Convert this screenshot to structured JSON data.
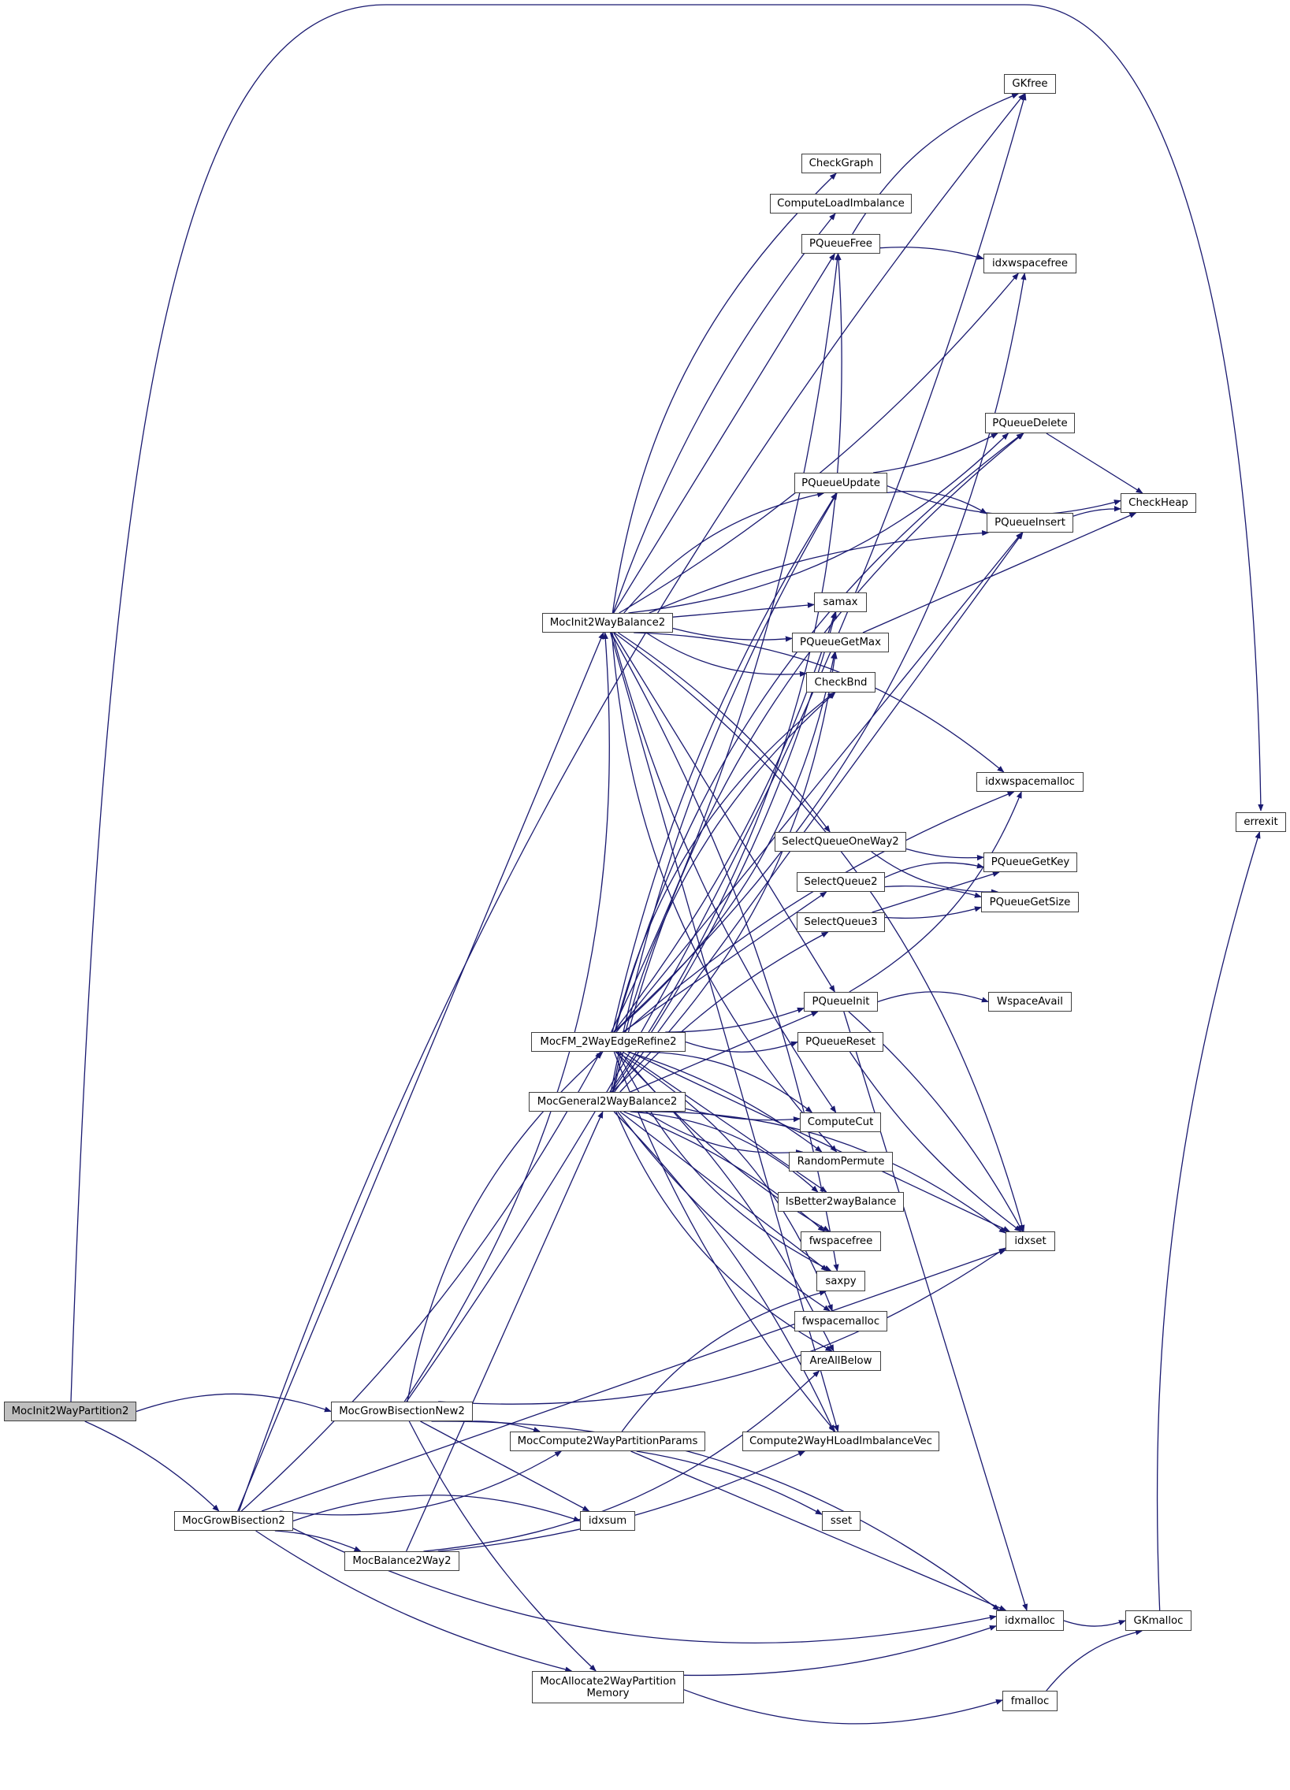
{
  "diagram": {
    "type": "call-graph",
    "edge_color": "#191970",
    "root_fill": "#bfbfbf",
    "node_border": "#404040",
    "nodes": {
      "MocInit2WayPartition2": "MocInit2WayPartition2",
      "MocGrowBisectionNew2": "MocGrowBisectionNew2",
      "MocGrowBisection2": "MocGrowBisection2",
      "MocInit2WayBalance2": "MocInit2WayBalance2",
      "MocFM_2WayEdgeRefine2": "MocFM_2WayEdgeRefine2",
      "MocGeneral2WayBalance2": "MocGeneral2WayBalance2",
      "MocCompute2WayPartitionParams": "MocCompute2WayPartitionParams",
      "MocBalance2Way2": "MocBalance2Way2",
      "MocAllocate2WayPartitionMemory": "MocAllocate2WayPartition\nMemory",
      "GKfree": "GKfree",
      "CheckGraph": "CheckGraph",
      "ComputeLoadImbalance": "ComputeLoadImbalance",
      "PQueueFree": "PQueueFree",
      "idxwspacefree": "idxwspacefree",
      "PQueueDelete": "PQueueDelete",
      "PQueueUpdate": "PQueueUpdate",
      "CheckHeap": "CheckHeap",
      "PQueueInsert": "PQueueInsert",
      "samax": "samax",
      "PQueueGetMax": "PQueueGetMax",
      "CheckBnd": "CheckBnd",
      "idxwspacemalloc": "idxwspacemalloc",
      "errexit": "errexit",
      "SelectQueueOneWay2": "SelectQueueOneWay2",
      "PQueueGetKey": "PQueueGetKey",
      "SelectQueue2": "SelectQueue2",
      "PQueueGetSize": "PQueueGetSize",
      "SelectQueue3": "SelectQueue3",
      "PQueueInit": "PQueueInit",
      "WspaceAvail": "WspaceAvail",
      "PQueueReset": "PQueueReset",
      "ComputeCut": "ComputeCut",
      "RandomPermute": "RandomPermute",
      "IsBetter2wayBalance": "IsBetter2wayBalance",
      "fwspacefree": "fwspacefree",
      "idxset": "idxset",
      "saxpy": "saxpy",
      "fwspacemalloc": "fwspacemalloc",
      "AreAllBelow": "AreAllBelow",
      "Compute2WayHLoadImbalanceVec": "Compute2WayHLoadImbalanceVec",
      "idxsum": "idxsum",
      "sset": "sset",
      "idxmalloc": "idxmalloc",
      "GKmalloc": "GKmalloc",
      "fmalloc": "fmalloc"
    },
    "root": "MocInit2WayPartition2",
    "edges": [
      [
        "MocInit2WayPartition2",
        "MocGrowBisectionNew2"
      ],
      [
        "MocInit2WayPartition2",
        "MocGrowBisection2"
      ],
      [
        "MocInit2WayPartition2",
        "errexit"
      ],
      [
        "MocGrowBisectionNew2",
        "GKfree"
      ],
      [
        "MocGrowBisectionNew2",
        "MocInit2WayBalance2"
      ],
      [
        "MocGrowBisectionNew2",
        "MocFM_2WayEdgeRefine2"
      ],
      [
        "MocGrowBisectionNew2",
        "MocCompute2WayPartitionParams"
      ],
      [
        "MocGrowBisectionNew2",
        "idxsum"
      ],
      [
        "MocGrowBisectionNew2",
        "MocAllocate2WayPartitionMemory"
      ],
      [
        "MocGrowBisectionNew2",
        "idxset"
      ],
      [
        "MocGrowBisectionNew2",
        "idxmalloc"
      ],
      [
        "MocGrowBisection2",
        "GKfree"
      ],
      [
        "MocGrowBisection2",
        "MocInit2WayBalance2"
      ],
      [
        "MocGrowBisection2",
        "MocFM_2WayEdgeRefine2"
      ],
      [
        "MocGrowBisection2",
        "MocCompute2WayPartitionParams"
      ],
      [
        "MocGrowBisection2",
        "idxsum"
      ],
      [
        "MocGrowBisection2",
        "MocBalance2Way2"
      ],
      [
        "MocGrowBisection2",
        "idxset"
      ],
      [
        "MocGrowBisection2",
        "MocAllocate2WayPartitionMemory"
      ],
      [
        "MocGrowBisection2",
        "idxmalloc"
      ],
      [
        "MocInit2WayBalance2",
        "CheckGraph"
      ],
      [
        "MocInit2WayBalance2",
        "ComputeLoadImbalance"
      ],
      [
        "MocInit2WayBalance2",
        "PQueueFree"
      ],
      [
        "MocInit2WayBalance2",
        "idxwspacefree"
      ],
      [
        "MocInit2WayBalance2",
        "PQueueDelete"
      ],
      [
        "MocInit2WayBalance2",
        "PQueueUpdate"
      ],
      [
        "MocInit2WayBalance2",
        "PQueueInsert"
      ],
      [
        "MocInit2WayBalance2",
        "samax"
      ],
      [
        "MocInit2WayBalance2",
        "PQueueGetMax"
      ],
      [
        "MocInit2WayBalance2",
        "CheckBnd"
      ],
      [
        "MocInit2WayBalance2",
        "idxwspacemalloc"
      ],
      [
        "MocInit2WayBalance2",
        "SelectQueueOneWay2"
      ],
      [
        "MocInit2WayBalance2",
        "PQueueInit"
      ],
      [
        "MocInit2WayBalance2",
        "ComputeCut"
      ],
      [
        "MocInit2WayBalance2",
        "RandomPermute"
      ],
      [
        "MocInit2WayBalance2",
        "idxset"
      ],
      [
        "MocInit2WayBalance2",
        "saxpy"
      ],
      [
        "MocInit2WayBalance2",
        "Compute2WayHLoadImbalanceVec"
      ],
      [
        "MocFM_2WayEdgeRefine2",
        "PQueueFree"
      ],
      [
        "MocFM_2WayEdgeRefine2",
        "idxwspacefree"
      ],
      [
        "MocFM_2WayEdgeRefine2",
        "PQueueDelete"
      ],
      [
        "MocFM_2WayEdgeRefine2",
        "PQueueUpdate"
      ],
      [
        "MocFM_2WayEdgeRefine2",
        "PQueueInsert"
      ],
      [
        "MocFM_2WayEdgeRefine2",
        "samax"
      ],
      [
        "MocFM_2WayEdgeRefine2",
        "PQueueGetMax"
      ],
      [
        "MocFM_2WayEdgeRefine2",
        "CheckBnd"
      ],
      [
        "MocFM_2WayEdgeRefine2",
        "idxwspacemalloc"
      ],
      [
        "MocFM_2WayEdgeRefine2",
        "SelectQueue2"
      ],
      [
        "MocFM_2WayEdgeRefine2",
        "PQueueInit"
      ],
      [
        "MocFM_2WayEdgeRefine2",
        "PQueueReset"
      ],
      [
        "MocFM_2WayEdgeRefine2",
        "ComputeCut"
      ],
      [
        "MocFM_2WayEdgeRefine2",
        "RandomPermute"
      ],
      [
        "MocFM_2WayEdgeRefine2",
        "IsBetter2wayBalance"
      ],
      [
        "MocFM_2WayEdgeRefine2",
        "fwspacefree"
      ],
      [
        "MocFM_2WayEdgeRefine2",
        "saxpy"
      ],
      [
        "MocFM_2WayEdgeRefine2",
        "fwspacemalloc"
      ],
      [
        "MocFM_2WayEdgeRefine2",
        "AreAllBelow"
      ],
      [
        "MocFM_2WayEdgeRefine2",
        "idxset"
      ],
      [
        "MocFM_2WayEdgeRefine2",
        "Compute2WayHLoadImbalanceVec"
      ],
      [
        "MocGeneral2WayBalance2",
        "PQueueFree"
      ],
      [
        "MocGeneral2WayBalance2",
        "PQueueDelete"
      ],
      [
        "MocGeneral2WayBalance2",
        "PQueueUpdate"
      ],
      [
        "MocGeneral2WayBalance2",
        "PQueueInsert"
      ],
      [
        "MocGeneral2WayBalance2",
        "samax"
      ],
      [
        "MocGeneral2WayBalance2",
        "PQueueGetMax"
      ],
      [
        "MocGeneral2WayBalance2",
        "CheckBnd"
      ],
      [
        "MocGeneral2WayBalance2",
        "SelectQueue3"
      ],
      [
        "MocGeneral2WayBalance2",
        "PQueueInit"
      ],
      [
        "MocGeneral2WayBalance2",
        "ComputeCut"
      ],
      [
        "MocGeneral2WayBalance2",
        "RandomPermute"
      ],
      [
        "MocGeneral2WayBalance2",
        "IsBetter2wayBalance"
      ],
      [
        "MocGeneral2WayBalance2",
        "fwspacefree"
      ],
      [
        "MocGeneral2WayBalance2",
        "saxpy"
      ],
      [
        "MocGeneral2WayBalance2",
        "fwspacemalloc"
      ],
      [
        "MocGeneral2WayBalance2",
        "AreAllBelow"
      ],
      [
        "MocGeneral2WayBalance2",
        "idxset"
      ],
      [
        "MocGeneral2WayBalance2",
        "Compute2WayHLoadImbalanceVec"
      ],
      [
        "MocBalance2Way2",
        "MocGeneral2WayBalance2"
      ],
      [
        "MocBalance2Way2",
        "Compute2WayHLoadImbalanceVec"
      ],
      [
        "MocBalance2Way2",
        "AreAllBelow"
      ],
      [
        "MocCompute2WayPartitionParams",
        "saxpy"
      ],
      [
        "MocCompute2WayPartitionParams",
        "sset"
      ],
      [
        "MocCompute2WayPartitionParams",
        "idxmalloc"
      ],
      [
        "MocAllocate2WayPartitionMemory",
        "idxmalloc"
      ],
      [
        "MocAllocate2WayPartitionMemory",
        "fmalloc"
      ],
      [
        "PQueueFree",
        "GKfree"
      ],
      [
        "PQueueFree",
        "idxwspacefree"
      ],
      [
        "PQueueDelete",
        "CheckHeap"
      ],
      [
        "PQueueUpdate",
        "PQueueDelete"
      ],
      [
        "PQueueUpdate",
        "CheckHeap"
      ],
      [
        "PQueueUpdate",
        "PQueueInsert"
      ],
      [
        "PQueueInsert",
        "CheckHeap"
      ],
      [
        "PQueueGetMax",
        "CheckHeap"
      ],
      [
        "SelectQueueOneWay2",
        "PQueueGetKey"
      ],
      [
        "SelectQueueOneWay2",
        "PQueueGetSize"
      ],
      [
        "SelectQueue2",
        "PQueueGetKey"
      ],
      [
        "SelectQueue2",
        "PQueueGetSize"
      ],
      [
        "SelectQueue3",
        "PQueueGetKey"
      ],
      [
        "SelectQueue3",
        "PQueueGetSize"
      ],
      [
        "PQueueInit",
        "idxwspacemalloc"
      ],
      [
        "PQueueInit",
        "WspaceAvail"
      ],
      [
        "PQueueInit",
        "idxset"
      ],
      [
        "PQueueInit",
        "idxmalloc"
      ],
      [
        "PQueueReset",
        "idxset"
      ],
      [
        "idxmalloc",
        "GKmalloc"
      ],
      [
        "fmalloc",
        "GKmalloc"
      ],
      [
        "GKmalloc",
        "errexit"
      ]
    ]
  }
}
